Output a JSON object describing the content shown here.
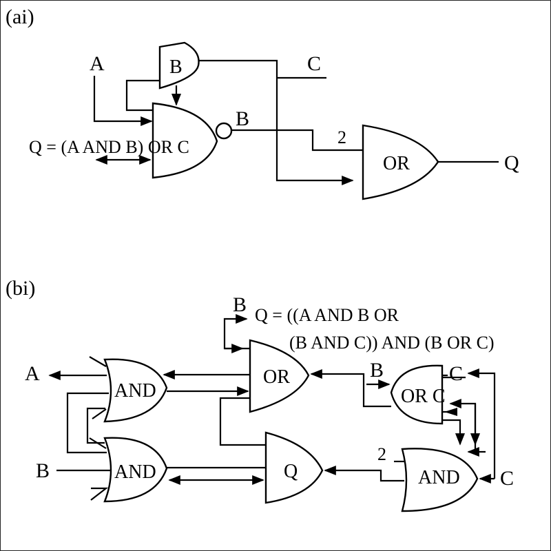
{
  "panels": {
    "a": {
      "label": "(ai)",
      "equation": "Q = (A AND B) OR C",
      "inputs": {
        "A": "A",
        "C": "C"
      },
      "gates": {
        "small": "B",
        "main_output_label": "B",
        "or_gate": "OR",
        "or_input_label": "2"
      },
      "output": "Q"
    },
    "b": {
      "label": "(bi)",
      "equation_line1": "Q = ((A AND B  OR",
      "equation_line2": "(B AND C)) AND (B OR C)",
      "top_input": "B",
      "outputs": {
        "A": "A"
      },
      "inputs": {
        "B": "B",
        "C_right": "C"
      },
      "gates": {
        "and_top": "AND",
        "and_bottom": "AND",
        "or_center": "OR",
        "q_gate": "Q",
        "or_c_gate": "OR C",
        "or_c_input_b": "B",
        "or_c_input_c": "C",
        "and_right": "AND",
        "and_right_input": "2"
      }
    }
  },
  "colors": {
    "line": "#000000",
    "background": "#ffffff",
    "border": "#222222"
  }
}
